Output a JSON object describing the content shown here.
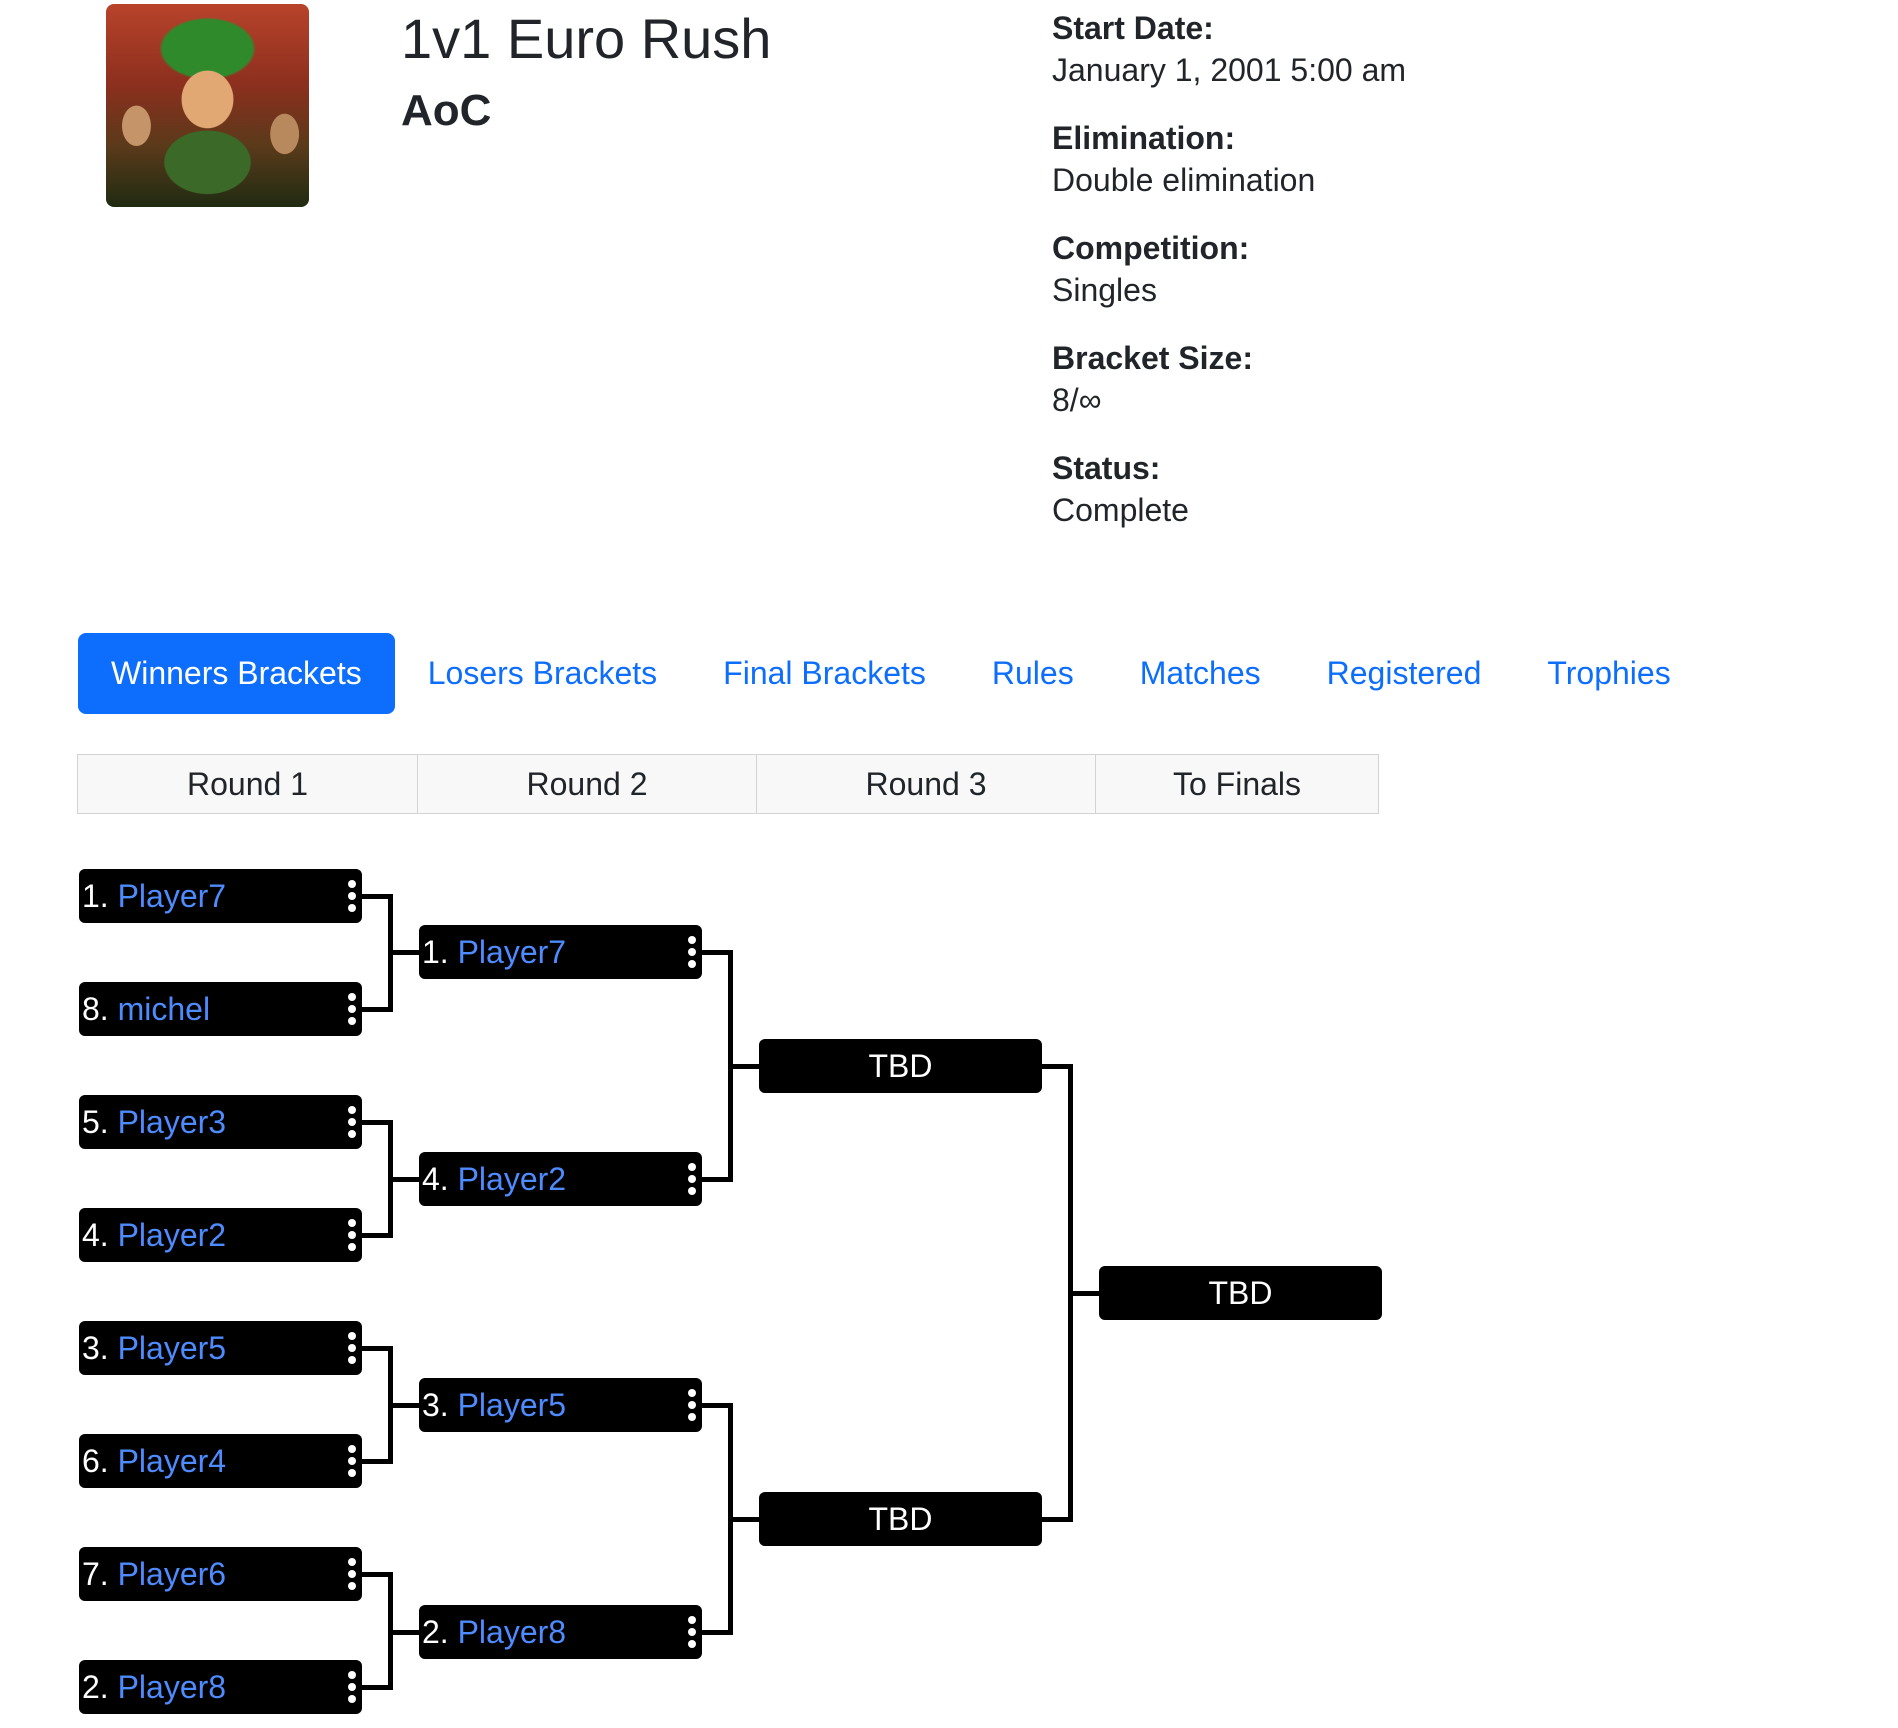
{
  "tournament": {
    "title": "1v1 Euro Rush",
    "game": "AoC"
  },
  "info": [
    {
      "label": "Start Date:",
      "value": "January 1, 2001 5:00 am"
    },
    {
      "label": "Elimination:",
      "value": "Double elimination"
    },
    {
      "label": "Competition:",
      "value": "Singles"
    },
    {
      "label": "Bracket Size:",
      "value": "8/∞"
    },
    {
      "label": "Status:",
      "value": "Complete"
    }
  ],
  "tabs": [
    {
      "label": "Winners Brackets",
      "active": true
    },
    {
      "label": "Losers Brackets",
      "active": false
    },
    {
      "label": "Final Brackets",
      "active": false
    },
    {
      "label": "Rules",
      "active": false
    },
    {
      "label": "Matches",
      "active": false
    },
    {
      "label": "Registered",
      "active": false
    },
    {
      "label": "Trophies",
      "active": false
    }
  ],
  "rounds": [
    "Round 1",
    "Round 2",
    "Round 3",
    "To Finals"
  ],
  "bracket": {
    "round1": [
      {
        "seed": "1.",
        "name": "Player7"
      },
      {
        "seed": "8.",
        "name": "michel"
      },
      {
        "seed": "5.",
        "name": "Player3"
      },
      {
        "seed": "4.",
        "name": "Player2"
      },
      {
        "seed": "3.",
        "name": "Player5"
      },
      {
        "seed": "6.",
        "name": "Player4"
      },
      {
        "seed": "7.",
        "name": "Player6"
      },
      {
        "seed": "2.",
        "name": "Player8"
      }
    ],
    "round2": [
      {
        "seed": "1.",
        "name": "Player7"
      },
      {
        "seed": "4.",
        "name": "Player2"
      },
      {
        "seed": "3.",
        "name": "Player5"
      },
      {
        "seed": "2.",
        "name": "Player8"
      }
    ],
    "round3": [
      {
        "label": "TBD"
      },
      {
        "label": "TBD"
      }
    ],
    "finals": [
      {
        "label": "TBD"
      }
    ]
  },
  "colors": {
    "accent": "#0d6efd",
    "player_link": "#4d8bff",
    "box_bg": "#000000"
  }
}
